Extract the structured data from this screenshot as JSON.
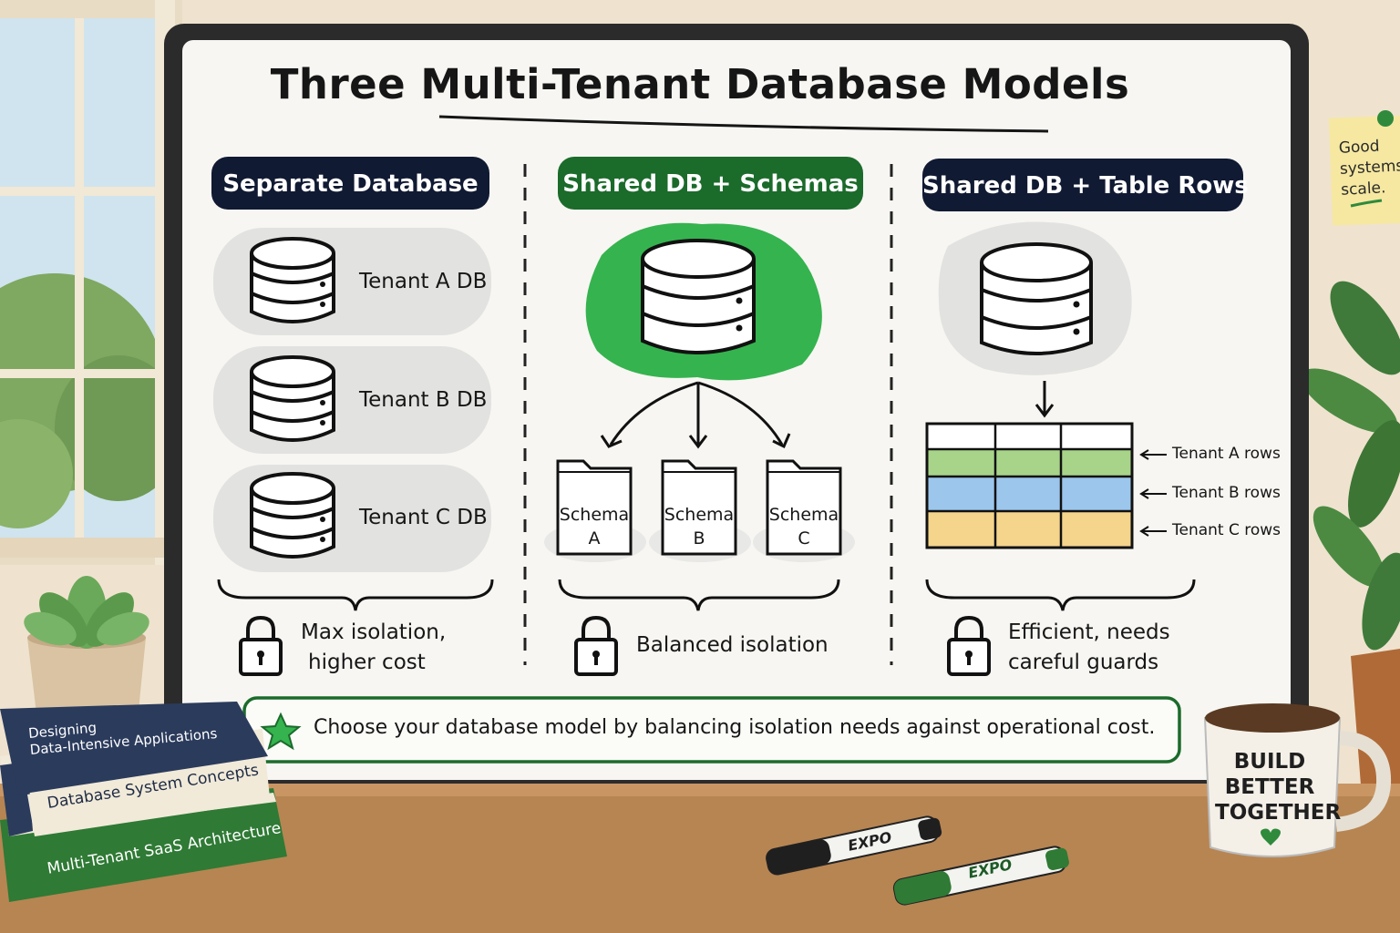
{
  "title": "Three Multi-Tenant Database Models",
  "columns": [
    {
      "header": "Separate Database",
      "header_color": "#111a33",
      "databases": [
        "Tenant A DB",
        "Tenant B DB",
        "Tenant C DB"
      ],
      "caption_line1": "Max isolation,",
      "caption_line2": "higher cost",
      "lock_icon": "lock-icon"
    },
    {
      "header": "Shared DB + Schemas",
      "header_color": "#1b6b2b",
      "database_icon": "database-icon",
      "schemas": [
        {
          "line1": "Schema",
          "line2": "A"
        },
        {
          "line1": "Schema",
          "line2": "B"
        },
        {
          "line1": "Schema",
          "line2": "C"
        }
      ],
      "caption": "Balanced isolation",
      "lock_icon": "lock-icon"
    },
    {
      "header": "Shared DB + Table Rows",
      "header_color": "#111a33",
      "database_icon": "database-icon",
      "row_labels": [
        "Tenant A rows",
        "Tenant B rows",
        "Tenant C rows"
      ],
      "row_colors": [
        "#a8d48a",
        "#9cc6ec",
        "#f5d48c"
      ],
      "caption_line1": "Efficient, needs",
      "caption_line2": "careful guards",
      "lock_icon": "lock-icon"
    }
  ],
  "summary": {
    "icon": "star-icon",
    "text": "Choose your database model by balancing isolation needs against operational cost."
  },
  "sticky_note": [
    "Good",
    "systems",
    "scale."
  ],
  "books": [
    {
      "line1": "Designing",
      "line2": "Data-Intensive Applications"
    },
    {
      "line1": "Database System Concepts"
    },
    {
      "line1": "Multi-Tenant SaaS Architecture"
    }
  ],
  "mug": [
    "BUILD",
    "BETTER",
    "TOGETHER"
  ],
  "markers": [
    "EXPO",
    "EXPO"
  ],
  "colors": {
    "accent_green": "#35b34f",
    "dark_navy": "#111a33",
    "board": "#f7f6f2",
    "frame": "#2b2b2b"
  }
}
